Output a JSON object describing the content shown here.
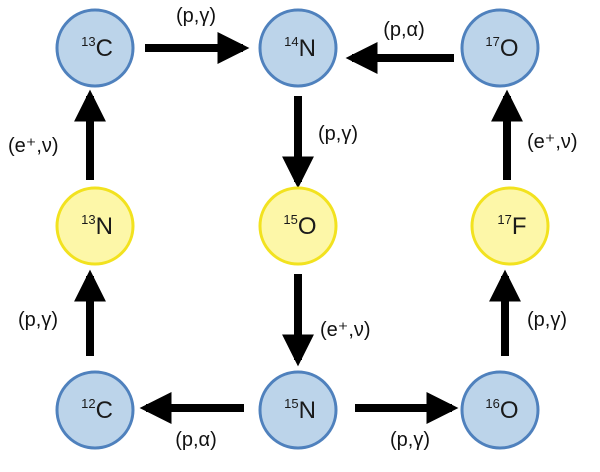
{
  "colors": {
    "stable_fill": "#bcd4ea",
    "stable_stroke": "#4f81bd",
    "unstable_fill": "#fdf7a8",
    "unstable_stroke": "#f2e21f",
    "arrow": "#000000"
  },
  "nodes": [
    {
      "id": "c13",
      "mass": "13",
      "element": "C",
      "kind": "stable"
    },
    {
      "id": "n14",
      "mass": "14",
      "element": "N",
      "kind": "stable"
    },
    {
      "id": "o17",
      "mass": "17",
      "element": "O",
      "kind": "stable"
    },
    {
      "id": "n13",
      "mass": "13",
      "element": "N",
      "kind": "unstable"
    },
    {
      "id": "o15",
      "mass": "15",
      "element": "O",
      "kind": "unstable"
    },
    {
      "id": "f17",
      "mass": "17",
      "element": "F",
      "kind": "unstable"
    },
    {
      "id": "c12",
      "mass": "12",
      "element": "C",
      "kind": "stable"
    },
    {
      "id": "n15",
      "mass": "15",
      "element": "N",
      "kind": "stable"
    },
    {
      "id": "o16",
      "mass": "16",
      "element": "O",
      "kind": "stable"
    }
  ],
  "reactions": [
    {
      "id": "c13-n14",
      "from": "c13",
      "to": "n14",
      "label": "(p,γ)"
    },
    {
      "id": "o17-n14",
      "from": "o17",
      "to": "n14",
      "label": "(p,α)"
    },
    {
      "id": "n13-c13",
      "from": "n13",
      "to": "c13",
      "label": "(e⁺,ν)"
    },
    {
      "id": "n14-o15",
      "from": "n14",
      "to": "o15",
      "label": "(p,γ)"
    },
    {
      "id": "f17-o17",
      "from": "f17",
      "to": "o17",
      "label": "(e⁺,ν)"
    },
    {
      "id": "c12-n13",
      "from": "c12",
      "to": "n13",
      "label": "(p,γ)"
    },
    {
      "id": "o15-n15",
      "from": "o15",
      "to": "n15",
      "label": "(e⁺,ν)"
    },
    {
      "id": "o16-f17",
      "from": "o16",
      "to": "f17",
      "label": "(p,γ)"
    },
    {
      "id": "n15-c12",
      "from": "n15",
      "to": "c12",
      "label": "(p,α)"
    },
    {
      "id": "n15-o16",
      "from": "n15",
      "to": "o16",
      "label": "(p,γ)"
    }
  ]
}
